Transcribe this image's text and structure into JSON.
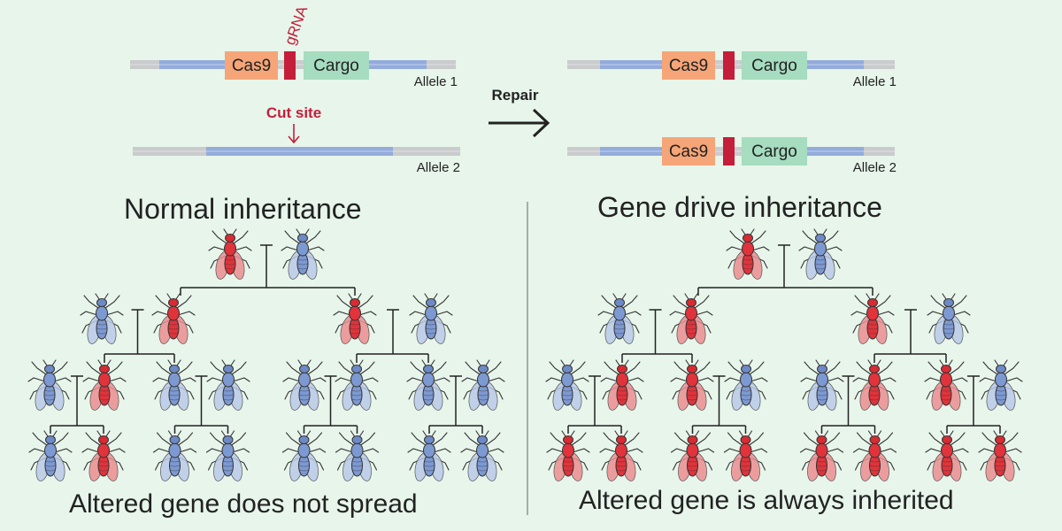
{
  "colors": {
    "background": "#e7f5ea",
    "cas9": "#f5a578",
    "cargo": "#a6dcbf",
    "grna": "#c41e3a",
    "dna_gray": "#c9cbcd",
    "dna_blue": "#93acdc",
    "fly_red": "#e0333b",
    "fly_blue": "#7d99d2",
    "line": "#222222"
  },
  "constructs": {
    "cas9_label": "Cas9",
    "cargo_label": "Cargo",
    "grna_label": "gRNA",
    "cut_site_label": "Cut site",
    "repair_label": "Repair",
    "allele1_label": "Allele 1",
    "allele2_label": "Allele 2"
  },
  "panels": {
    "normal": {
      "title": "Normal inheritance",
      "caption": "Altered gene does not spread",
      "parents": [
        "red",
        "blue"
      ],
      "gen2": [
        [
          "blue",
          "red"
        ],
        [
          "red",
          "blue"
        ]
      ],
      "gen3": [
        [
          "blue",
          "red"
        ],
        [
          "blue",
          "blue"
        ],
        [
          "blue",
          "blue"
        ],
        [
          "blue",
          "blue"
        ]
      ],
      "gen4": [
        [
          "blue",
          "red"
        ],
        [
          "blue",
          "blue"
        ],
        [
          "blue",
          "blue"
        ],
        [
          "blue",
          "blue"
        ]
      ]
    },
    "drive": {
      "title": "Gene drive inheritance",
      "caption": "Altered gene is always inherited",
      "parents": [
        "red",
        "blue"
      ],
      "gen2": [
        [
          "blue",
          "red"
        ],
        [
          "red",
          "blue"
        ]
      ],
      "gen3": [
        [
          "blue",
          "red"
        ],
        [
          "red",
          "blue"
        ],
        [
          "blue",
          "red"
        ],
        [
          "red",
          "blue"
        ]
      ],
      "gen4": [
        [
          "red",
          "red"
        ],
        [
          "red",
          "red"
        ],
        [
          "red",
          "red"
        ],
        [
          "red",
          "red"
        ]
      ]
    }
  }
}
